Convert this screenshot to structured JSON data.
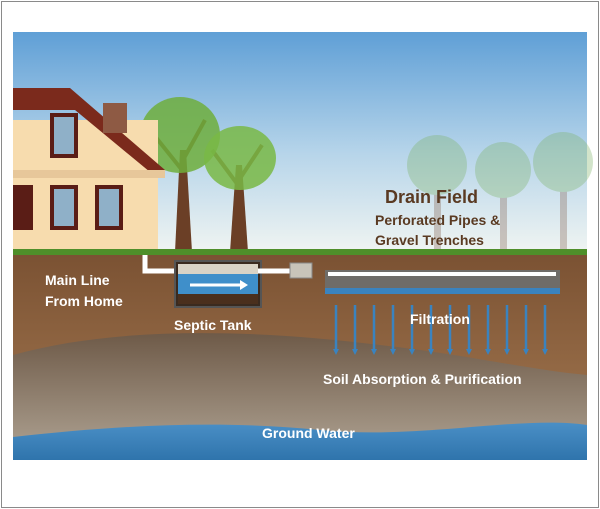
{
  "labels": {
    "drain_field": "Drain Field",
    "drain_field_sub1": "Perforated Pipes &",
    "drain_field_sub2": "Gravel Trenches",
    "main_line_1": "Main Line",
    "main_line_2": "From Home",
    "septic_tank": "Septic Tank",
    "filtration": "Filtration",
    "soil": "Soil Absorption & Purification",
    "ground_water": "Ground Water"
  },
  "colors": {
    "sky_top": "#5f9fd6",
    "sky_bottom": "#eef4f4",
    "soil": "#8a5e3b",
    "gravel": "#8c7b6b",
    "water": "#3f86bd",
    "grass": "#4f8f2a"
  }
}
